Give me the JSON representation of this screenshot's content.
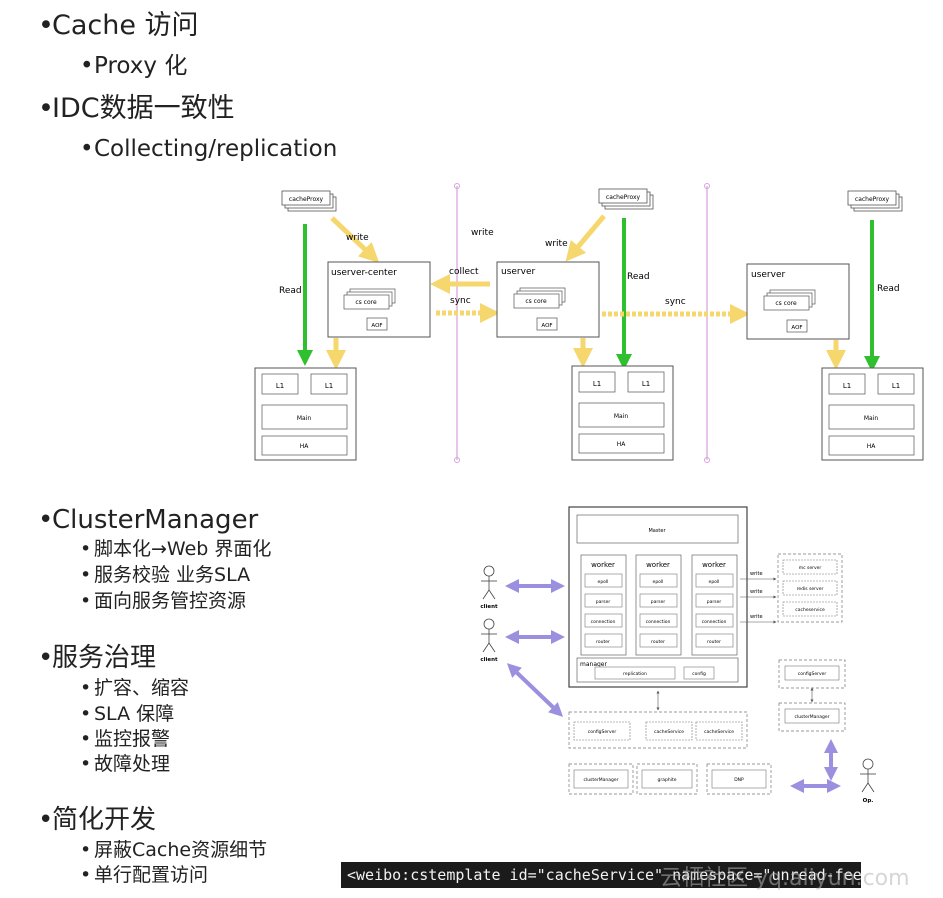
{
  "top_bullets": [
    {
      "text": "Cache 访问",
      "children": [
        "Proxy 化"
      ]
    },
    {
      "text": "IDC数据一致性",
      "children": [
        "Collecting/replication"
      ]
    }
  ],
  "diagram1": {
    "proxy_label": "cacheProxy",
    "write_label": "write",
    "read_label": "Read",
    "collect_label": "collect",
    "sync_label": "sync",
    "center_title": "userver-center",
    "server_title": "userver",
    "cs_core_label": "cs core",
    "aof_label": "AOF",
    "l1_label": "L1",
    "main_label": "Main",
    "ha_label": "HA",
    "colors": {
      "write_arrow": "#f5d76e",
      "read_arrow": "#2fbf2f",
      "divider": "#d9a0e0"
    }
  },
  "bottom_bullets": [
    {
      "text": "ClusterManager",
      "children": [
        "脚本化→Web 界面化",
        "服务校验 业务SLA",
        "面向服务管控资源"
      ]
    },
    {
      "text": "服务治理",
      "children": [
        "扩容、缩容",
        "SLA 保障",
        "监控报警",
        "故障处理"
      ]
    },
    {
      "text": "简化开发",
      "children": [
        "屏蔽Cache资源细节",
        "单行配置访问"
      ]
    }
  ],
  "diagram2": {
    "master_label": "Master",
    "worker_label": "worker",
    "worker_rows": [
      "epoll",
      "parser",
      "connection",
      "router"
    ],
    "manager_label": "manager",
    "replication_label": "replication",
    "config_label": "config",
    "write_label": "write",
    "right_services": [
      "mc server",
      "redis server",
      "cacheservice"
    ],
    "config_server_label": "configServer",
    "cluster_manager_label": "clusterManager",
    "bottom_row1": [
      "configServer",
      "cacheService",
      "cacheService"
    ],
    "bottom_row2": [
      "clusterManager",
      "graphite",
      "DNP"
    ],
    "client_label": "client",
    "op_label": "Op.",
    "colors": {
      "arrow": "#9b8fe0"
    }
  },
  "code_line": "<weibo:cstemplate id=\"cacheService\" namespace=\"unread-feed\"/>",
  "watermark": "云栖社区 yq.aliyun.com"
}
